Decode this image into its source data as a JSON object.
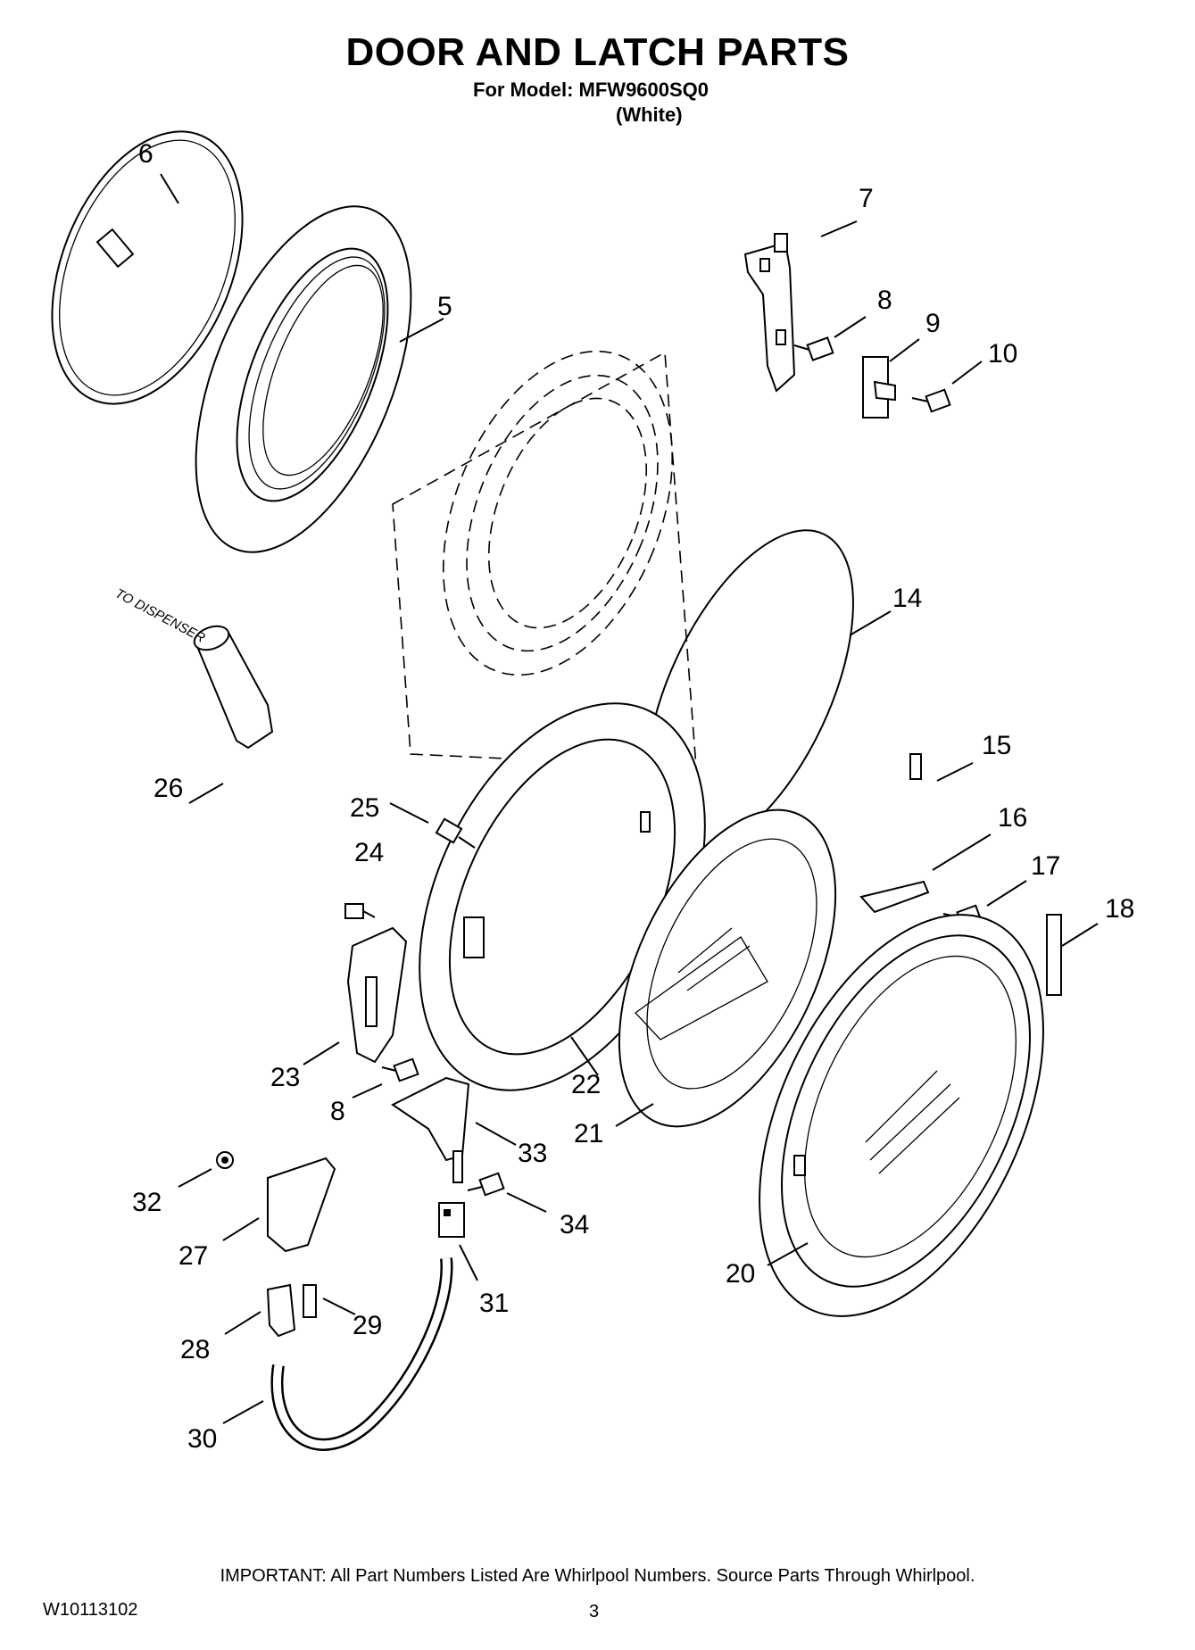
{
  "title": "DOOR AND LATCH PARTS",
  "model_line": "For Model: MFW9600SQ0",
  "color_line": "(White)",
  "callouts": {
    "c5": "5",
    "c6": "6",
    "c7": "7",
    "c8a": "8",
    "c8b": "8",
    "c9": "9",
    "c10": "10",
    "c14": "14",
    "c15": "15",
    "c16": "16",
    "c17": "17",
    "c18": "18",
    "c20": "20",
    "c21": "21",
    "c22": "22",
    "c23": "23",
    "c24": "24",
    "c25": "25",
    "c26": "26",
    "c27": "27",
    "c28": "28",
    "c29": "29",
    "c30": "30",
    "c31": "31",
    "c32": "32",
    "c33": "33",
    "c34": "34"
  },
  "dispenser_note": "TO DISPENSER",
  "footer_note": "IMPORTANT: All Part Numbers Listed Are Whirlpool Numbers. Source Parts Through Whirlpool.",
  "doc_number": "W10113102",
  "page_number": "3"
}
